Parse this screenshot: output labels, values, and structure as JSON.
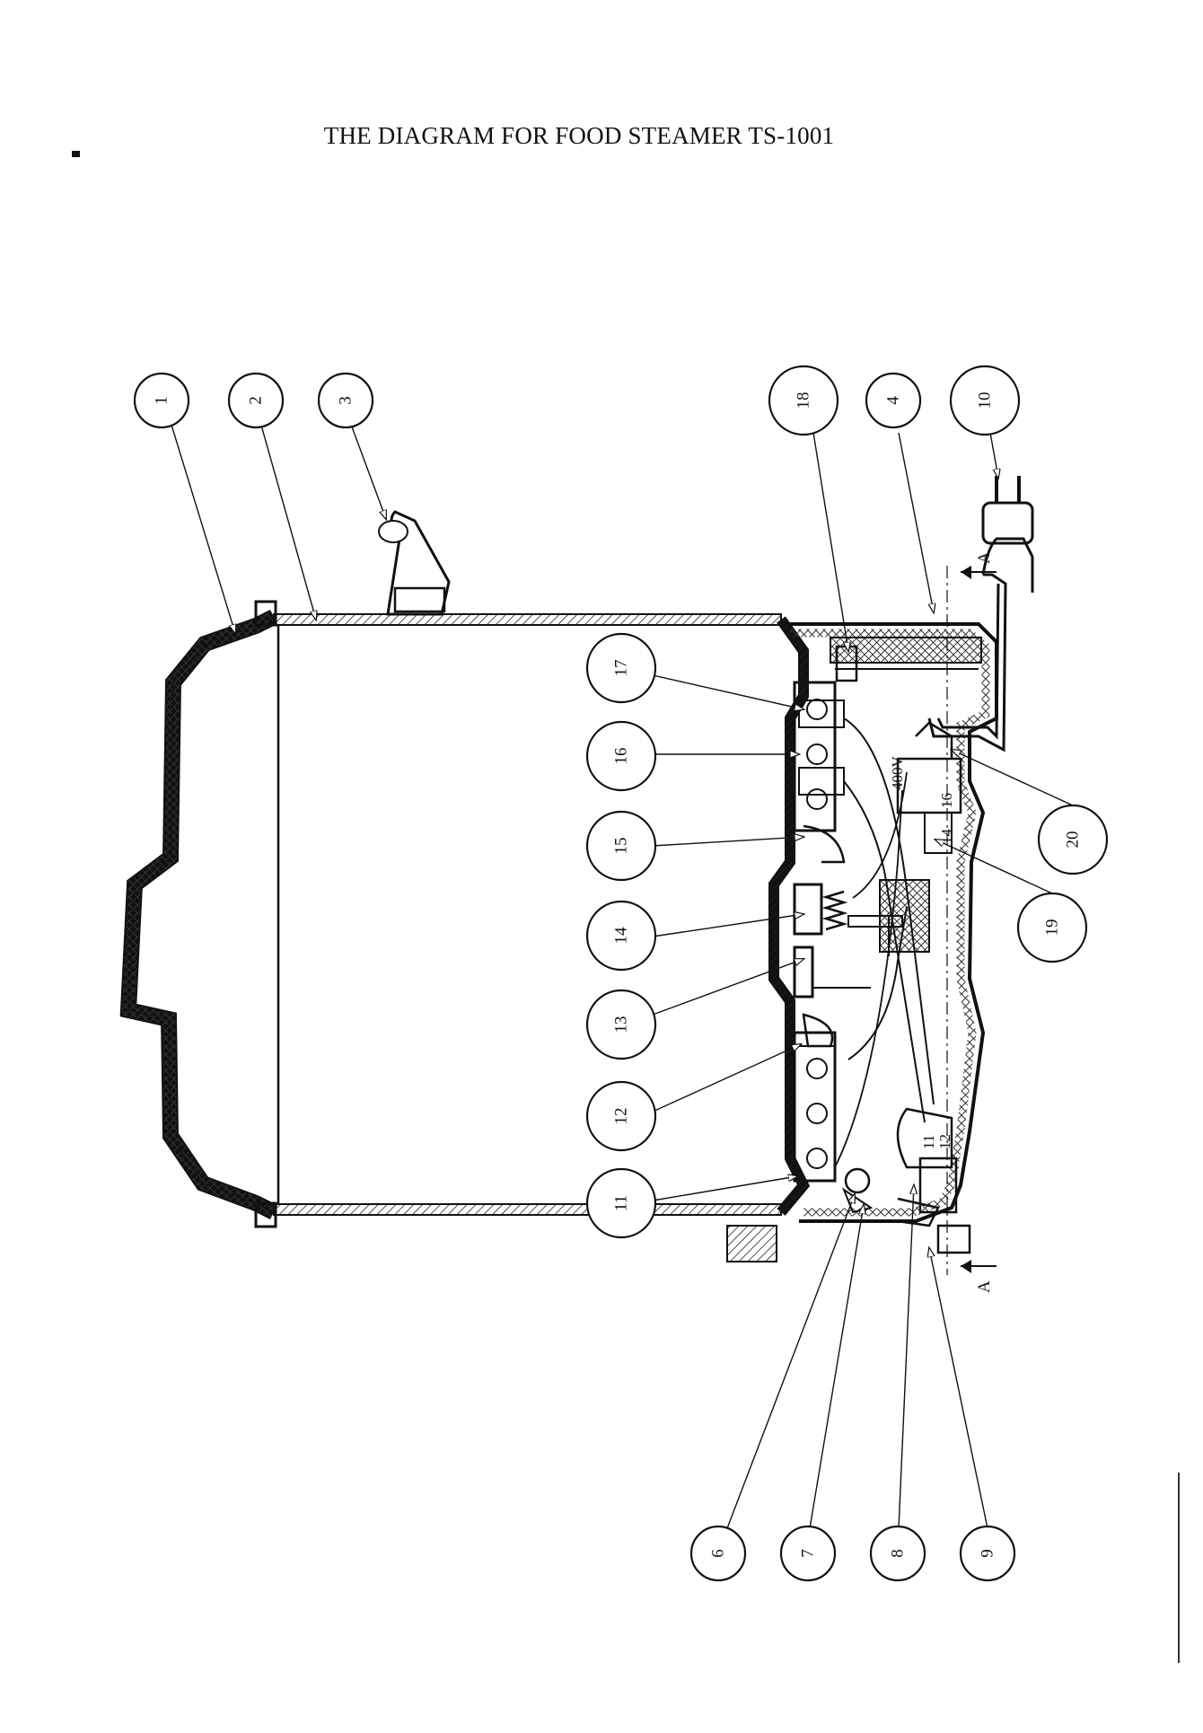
{
  "title": "THE DIAGRAM FOR FOOD STEAMER TS-1001",
  "callouts": [
    {
      "id": "1",
      "label": "1"
    },
    {
      "id": "2",
      "label": "2"
    },
    {
      "id": "3",
      "label": "3"
    },
    {
      "id": "18",
      "label": "18"
    },
    {
      "id": "4",
      "label": "4"
    },
    {
      "id": "10",
      "label": "10"
    },
    {
      "id": "17",
      "label": "17"
    },
    {
      "id": "16",
      "label": "16"
    },
    {
      "id": "15",
      "label": "15"
    },
    {
      "id": "14",
      "label": "14"
    },
    {
      "id": "13",
      "label": "13"
    },
    {
      "id": "12",
      "label": "12"
    },
    {
      "id": "11",
      "label": "11"
    },
    {
      "id": "20",
      "label": "20"
    },
    {
      "id": "19",
      "label": "19"
    },
    {
      "id": "6",
      "label": "6"
    },
    {
      "id": "7",
      "label": "7"
    },
    {
      "id": "8",
      "label": "8"
    },
    {
      "id": "9",
      "label": "9"
    }
  ],
  "inner_labels": {
    "section_marker_top": "A",
    "section_marker_bottom": "A",
    "voltage": "400V",
    "part_11": "11",
    "part_12": "12",
    "part_14": "14",
    "part_16": "16"
  },
  "colors": {
    "ink": "#111111",
    "hatch": "#333333",
    "paper": "#ffffff"
  }
}
